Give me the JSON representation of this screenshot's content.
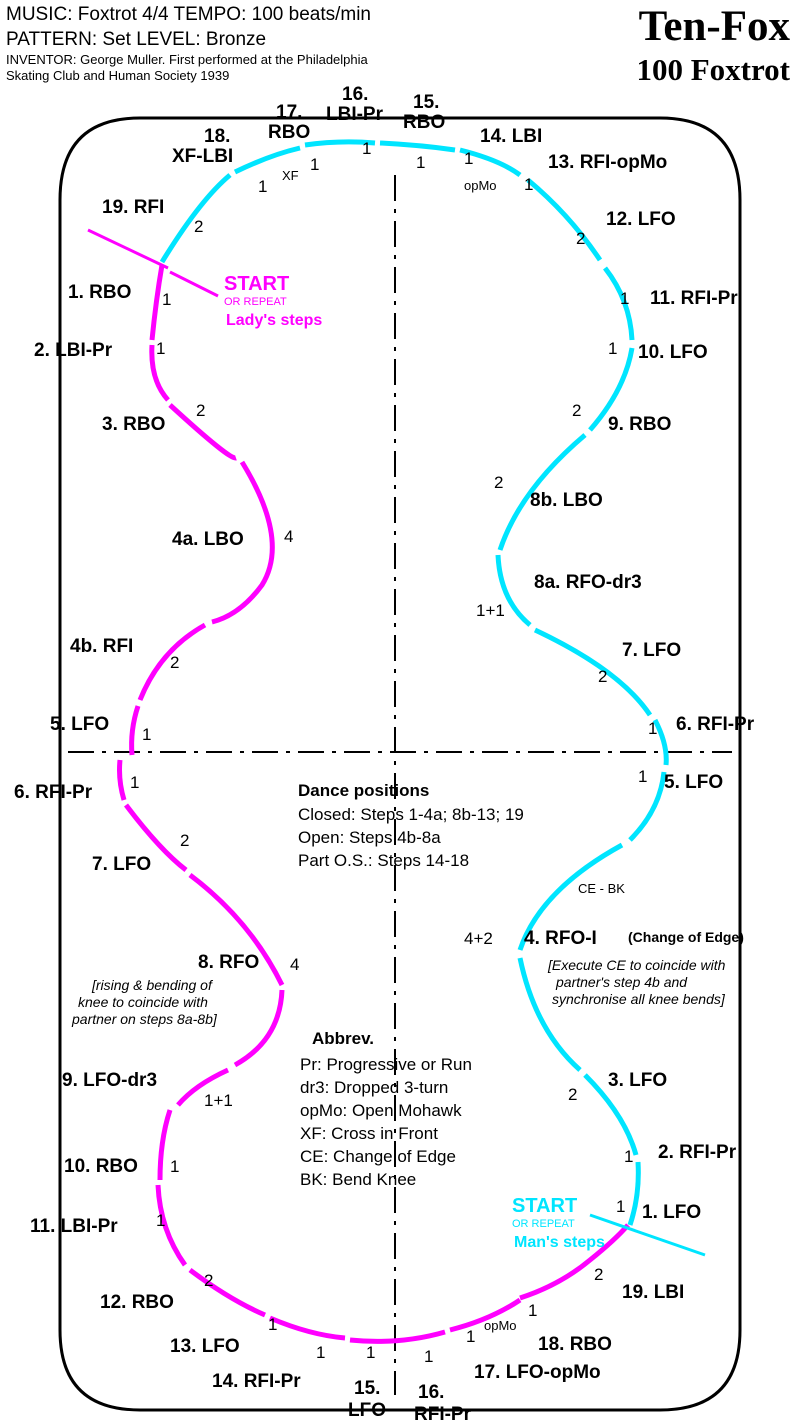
{
  "header": {
    "line1": "MUSIC: Foxtrot 4/4    TEMPO: 100 beats/min",
    "line2": "PATTERN: Set    LEVEL: Bronze",
    "inventor1": "INVENTOR: George Muller. First performed at the Philadelphia",
    "inventor2": "Skating Club and Human Society 1939"
  },
  "title": "Ten-Fox",
  "subtitle": "100 Foxtrot",
  "colors": {
    "lady": "#ff00ff",
    "man": "#00e5ff"
  },
  "start_lady": {
    "big": "START",
    "small": "OR REPEAT",
    "who": "Lady's steps"
  },
  "start_man": {
    "big": "START",
    "small": "OR REPEAT",
    "who": "Man's steps"
  },
  "labels": {
    "t16": "16.",
    "t16b": "LBI-Pr",
    "t15": "15.",
    "t15b": "RBO",
    "t17": "17.",
    "t17b": "RBO",
    "t18": "18.",
    "t18b": "XF-LBI",
    "t14": "14. LBI",
    "t13": "13. RFI-opMo",
    "t19": "19. RFI",
    "t12": "12. LFO",
    "l1": "1. RBO",
    "t11": "11. RFI-Pr",
    "l2": "2. LBI-Pr",
    "t10": "10. LFO",
    "l3": "3. RBO",
    "t9": "9. RBO",
    "t8b": "8b. LBO",
    "l4a": "4a. LBO",
    "t8a": "8a. RFO-dr3",
    "t7": "7. LFO",
    "l4b": "4b. RFI",
    "l5": "5. LFO",
    "t6": "6. RFI-Pr",
    "b6": "6. RFI-Pr",
    "b5r": "5. LFO",
    "b7": "7. LFO",
    "b4": "4. RFO-I",
    "b8": "8. RFO",
    "b9": "9. LFO-dr3",
    "b3": "3. LFO",
    "b10": "10. RBO",
    "b2": "2. RFI-Pr",
    "b11": "11. LBI-Pr",
    "b1": "1. LFO",
    "b19": "19. LBI",
    "b12": "12. RBO",
    "b18": "18. RBO",
    "b13": "13. LFO",
    "b17": "17. LFO-opMo",
    "b14": "14. RFI-Pr",
    "b15": "15.",
    "b15b": "LFO",
    "b16": "16.",
    "b16b": "RFI-Pr"
  },
  "counts": {
    "c1a": "1",
    "c1b": "1",
    "c1c": "1",
    "cXF": "XF",
    "c1d": "1",
    "copMo1": "opMo",
    "c1e": "1",
    "c2a": "2",
    "c2b": "2",
    "c1f": "1",
    "c1g": "1",
    "c1h": "1",
    "c1i": "1",
    "c2c": "2",
    "c2d": "2",
    "c2e": "2",
    "c4a": "4",
    "c11a": "1+1",
    "c2f": "2",
    "c2g": "2",
    "c1j": "1",
    "c1k": "1",
    "c1l": "1",
    "c1m": "1",
    "c2h": "2",
    "c42": "4+2",
    "c4b": "4",
    "c11b": "1+1",
    "c2i": "2",
    "c1n": "1",
    "c1o": "1",
    "c1p": "1",
    "c1q": "1",
    "c2j": "2",
    "c2k": "2",
    "c1r": "1",
    "c1s": "1",
    "copMo2": "opMo",
    "c1t": "1",
    "c1u": "1",
    "c1v": "1",
    "c1w": "1",
    "c1x": "1"
  },
  "notes": {
    "dp_title": "Dance positions",
    "dp1": "Closed: Steps 1-4a; 8b-13; 19",
    "dp2": "Open: Steps 4b-8a",
    "dp3": "Part O.S.: Steps 14-18",
    "ce_bk": "CE - BK",
    "ce_label": "(Change of Edge)",
    "exec1": "[Execute CE to coincide with",
    "exec2": "partner's step 4b and",
    "exec3": "synchronise all knee bends]",
    "rise1": "[rising & bending of",
    "rise2": "knee to coincide with",
    "rise3": "partner on steps 8a-8b]",
    "abbr_title": "Abbrev.",
    "abbr1": "Pr: Progressive or Run",
    "abbr2": "dr3: Dropped 3-turn",
    "abbr3": "opMo: Open Mohawk",
    "abbr4": "XF: Cross in Front",
    "abbr5": "CE: Change of Edge",
    "abbr6": "BK: Bend Knee"
  }
}
